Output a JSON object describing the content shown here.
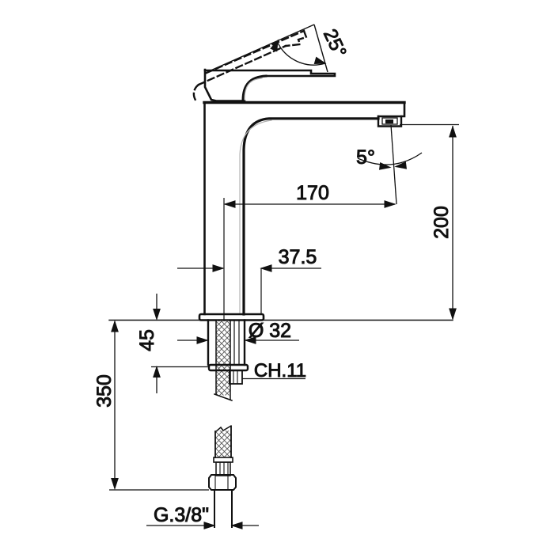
{
  "drawing": {
    "type": "technical-dimension-drawing",
    "subject": "single-lever tall basin mixer tap, side elevation with installation dimensions",
    "background_color": "#ffffff",
    "line_color": "#111111",
    "highlight_line_color": "#b3b3b3",
    "units": "mm (angles in degrees)",
    "labels": {
      "handle_angle": "25°",
      "jet_angle": "5°",
      "spout_reach": "170",
      "spout_height": "200",
      "front_offset": "37.5",
      "max_deck_thickness": "45",
      "hose_length": "350",
      "hole_diameter": "Ø 32",
      "nut_wrench_size": "CH.11",
      "connection_thread": "G.3/8\""
    }
  }
}
